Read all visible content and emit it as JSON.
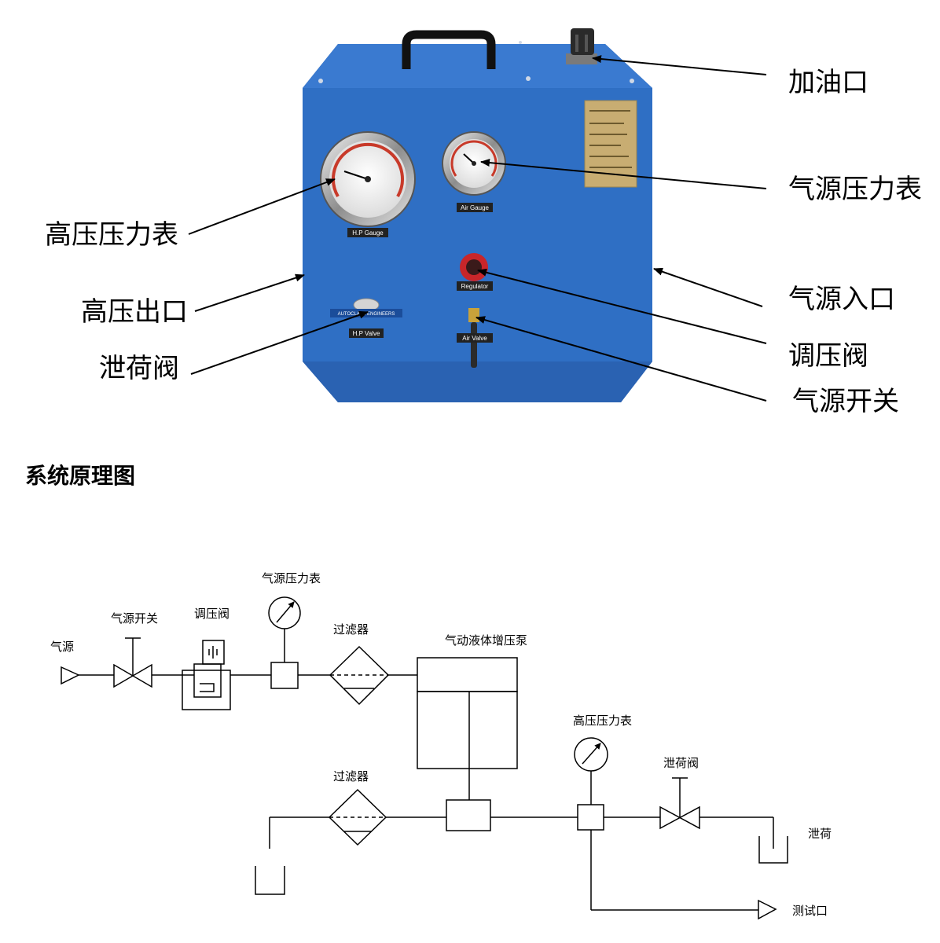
{
  "photo": {
    "gauge_labels": {
      "hp_gauge": "H.P Gauge",
      "air_gauge": "Air Gauge",
      "regulator": "Regulator",
      "air_valve": "Air Valve",
      "hp_valve": "H.P Valve",
      "valve_brand": "AUTOCLAVE ENGINEERS"
    },
    "callouts": {
      "oil_fill": "加油口",
      "air_gauge": "气源压力表",
      "hp_gauge": "高压压力表",
      "air_inlet": "气源入口",
      "hp_outlet": "高压出口",
      "regulator": "调压阀",
      "relief_valve": "泄荷阀",
      "air_switch": "气源开关"
    },
    "colors": {
      "enclosure": "#2f6fc4",
      "enclosure_dark": "#1f55a3",
      "handle": "#111111"
    }
  },
  "section_title": "系统原理图",
  "schematic": {
    "labels": {
      "air_source": "气源",
      "air_switch": "气源开关",
      "regulator": "调压阀",
      "air_gauge": "气源压力表",
      "filter_top": "过滤器",
      "pump": "气动液体增压泵",
      "filter_bottom": "过滤器",
      "hp_gauge": "高压压力表",
      "relief_valve": "泄荷阀",
      "relief": "泄荷",
      "test_port": "测试口"
    }
  }
}
